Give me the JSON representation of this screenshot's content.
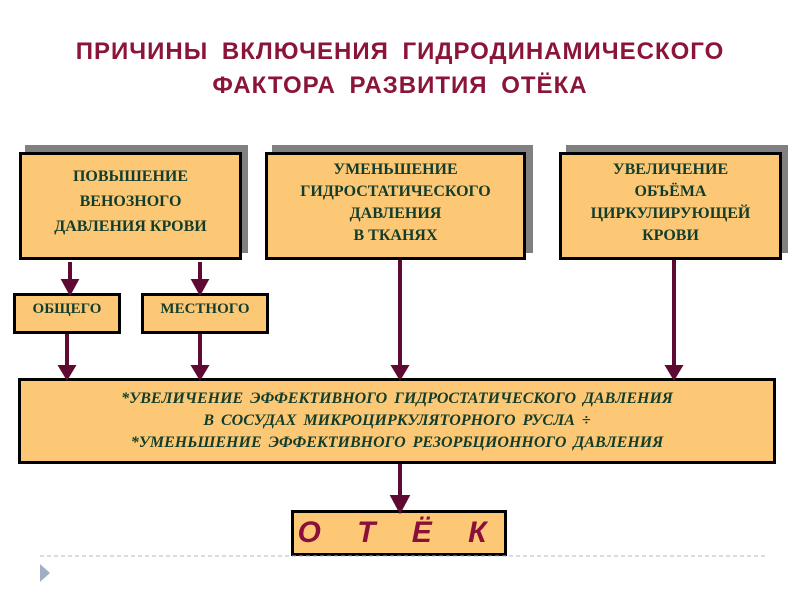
{
  "title": {
    "line1": "ПРИЧИНЫ  ВКЛЮЧЕНИЯ  ГИДРОДИНАМИЧЕСКОГО",
    "line2": "ФАКТОРА  РАЗВИТИЯ   ОТЁКА"
  },
  "boxes": {
    "venous": [
      "ПОВЫШЕНИЕ",
      "ВЕНОЗНОГО",
      "ДАВЛЕНИЯ  КРОВИ"
    ],
    "hydrostatic": [
      "УМЕНЬШЕНИЕ",
      "ГИДРОСТАТИЧЕСКОГО",
      "ДАВЛЕНИЯ",
      "В  ТКАНЯХ"
    ],
    "volume": [
      "УВЕЛИЧЕНИЕ",
      "ОБЪЁМА",
      "ЦИРКУЛИРУЮЩЕЙ",
      "КРОВИ"
    ],
    "general": "ОБЩЕГО",
    "local": "МЕСТНОГО",
    "effect": [
      "*УВЕЛИЧЕНИЕ  ЭФФЕКТИВНОГО ГИДРОСТАТИЧЕСКОГО  ДАВЛЕНИЯ",
      "В  СОСУДАХ  МИКРОЦИРКУЛЯТОРНОГО  РУСЛА ÷",
      "*УМЕНЬШЕНИЕ  ЭФФЕКТИВНОГО  РЕЗОРБЦИОННОГО  ДАВЛЕНИЯ"
    ],
    "result": "О Т Ё К"
  },
  "colors": {
    "box": "#fcc875",
    "text": "#123d2c",
    "title": "#8b1538",
    "arrow": "#5e0a33"
  }
}
